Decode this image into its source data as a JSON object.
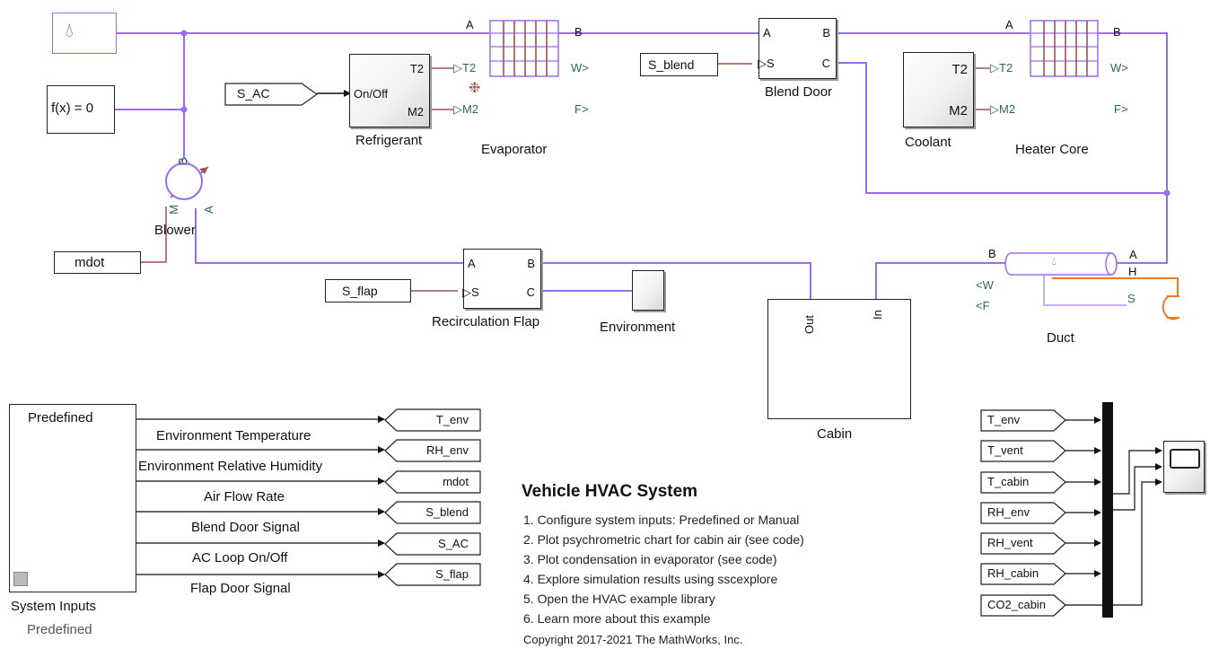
{
  "colors": {
    "physical_wire": "#9b6cf2",
    "signal_wire": "#a0524d",
    "thermal_wire": "#f07a24",
    "block_border": "#222222"
  },
  "blocks": {
    "air_source_icon": "ᴼᴼᴼ",
    "solver": "f(x) = 0",
    "s_ac_tag": "S_AC",
    "refrigerant": {
      "label": "Refrigerant",
      "port_t2": "T2",
      "port_onoff": "On/Off",
      "port_m2": "M2"
    },
    "evaporator": {
      "label": "Evaporator",
      "port_a": "A",
      "port_b": "B",
      "port_w": "W>",
      "port_f": "F>",
      "port_t2": "T2",
      "port_m2": "M2"
    },
    "s_blend_tag": "S_blend",
    "blend_door": {
      "label": "Blend Door",
      "port_a": "A",
      "port_b": "B",
      "port_s": "S",
      "port_c": "C"
    },
    "coolant": {
      "label": "Coolant",
      "port_t2": "T2",
      "port_m2": "M2"
    },
    "heater_core": {
      "label": "Heater Core",
      "port_a": "A",
      "port_b": "B",
      "port_w": "W>",
      "port_f": "F>",
      "port_t2": "T2",
      "port_m2": "M2"
    },
    "blower": {
      "label": "Blower",
      "port_b": "B",
      "port_a": "A",
      "port_m": "M"
    },
    "mdot_tag": "mdot",
    "recirc_flap": {
      "label": "Recirculation Flap",
      "port_a": "A",
      "port_b": "B",
      "port_s": "S",
      "port_c": "C"
    },
    "s_flap_tag": "S_flap",
    "environment": {
      "label": "Environment"
    },
    "cabin": {
      "label": "Cabin",
      "port_out": "Out",
      "port_in": "In"
    },
    "duct": {
      "label": "Duct",
      "port_b": "B",
      "port_a": "A",
      "port_h": "H",
      "port_w": "<W",
      "port_f": "<F",
      "port_s": "S"
    }
  },
  "system_inputs": {
    "label": "System Inputs",
    "sublabel": "Predefined",
    "mode": "Predefined",
    "signals": [
      "Environment Temperature",
      "Environment Relative Humidity",
      "Air Flow Rate",
      "Blend Door Signal",
      "AC Loop On/Off",
      "Flap Door Signal"
    ],
    "goto_tags": [
      "T_env",
      "RH_env",
      "mdot",
      "S_blend",
      "S_AC",
      "S_flap"
    ]
  },
  "scope_inputs": [
    "T_env",
    "T_vent",
    "T_cabin",
    "RH_env",
    "RH_vent",
    "RH_cabin",
    "CO2_cabin"
  ],
  "annotation": {
    "title": "Vehicle HVAC System",
    "items": [
      "1. Configure system inputs: Predefined or Manual",
      "2. Plot psychrometric chart for cabin air (see code)",
      "3. Plot condensation in evaporator (see code)",
      "4. Explore simulation results using sscexplore",
      "5. Open the HVAC example library",
      "6. Learn more about this example"
    ],
    "copyright": "Copyright 2017-2021 The MathWorks, Inc."
  }
}
